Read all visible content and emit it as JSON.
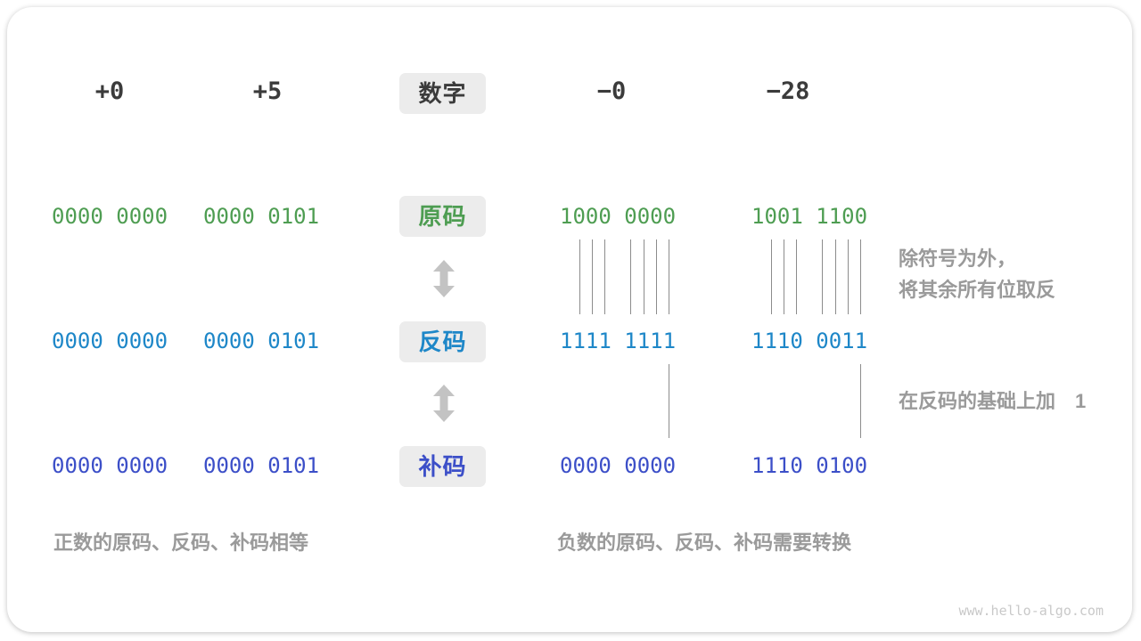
{
  "colors": {
    "number_text": "#3b3b3b",
    "tag_background": "#ececec",
    "sign_magnitude_green": "#4e9d52",
    "ones_complement_blue": "#1e87c8",
    "twos_complement_indigo": "#3c4fc8",
    "connector_line": "#8c8c8c",
    "arrow_gray": "#c3c3c3",
    "caption_gray": "#9a9a9a",
    "watermark_gray": "#c9c9c9"
  },
  "header": {
    "tag": "数字",
    "numbers": [
      "+0",
      "+5",
      "−0",
      "−28"
    ]
  },
  "rows": [
    {
      "tag": "原码",
      "values": [
        "0000 0000",
        "0000 0101",
        "1000 0000",
        "1001 1100"
      ]
    },
    {
      "tag": "反码",
      "values": [
        "0000 0000",
        "0000 0101",
        "1111 1111",
        "1110 0011"
      ]
    },
    {
      "tag": "补码",
      "values": [
        "0000 0000",
        "0000 0101",
        "0000 0000",
        "1110 0100"
      ]
    }
  ],
  "annotations": {
    "invert_line1": "除符号为外，",
    "invert_line2": "将其余所有位取反",
    "add_one": "在反码的基础上加　1"
  },
  "captions": {
    "positive": "正数的原码、反码、补码相等",
    "negative": "负数的原码、反码、补码需要转换"
  },
  "watermark": "www.hello-algo.com"
}
